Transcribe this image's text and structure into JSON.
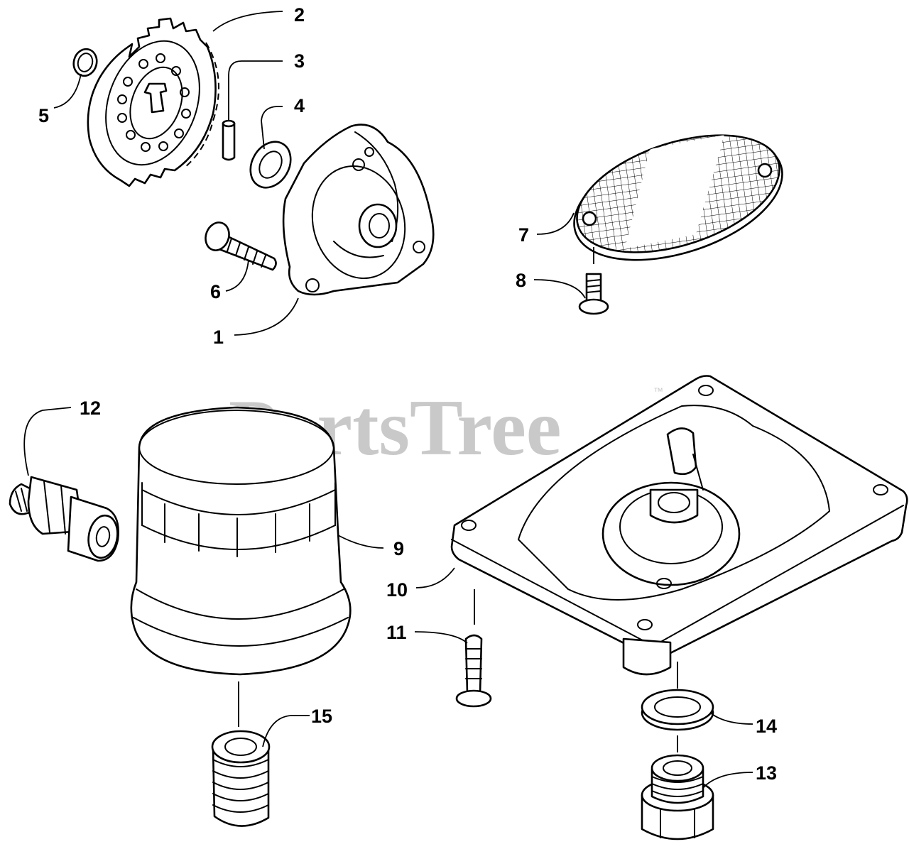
{
  "diagram": {
    "watermark": "PartsTree",
    "watermark_mark": "™",
    "callouts": [
      {
        "id": "1",
        "part": "oil-pump"
      },
      {
        "id": "2",
        "part": "oil-pump-gear"
      },
      {
        "id": "3",
        "part": "pin"
      },
      {
        "id": "4",
        "part": "washer"
      },
      {
        "id": "5",
        "part": "snap-ring"
      },
      {
        "id": "6",
        "part": "pump-bolt"
      },
      {
        "id": "7",
        "part": "oil-screen"
      },
      {
        "id": "8",
        "part": "screen-screw"
      },
      {
        "id": "9",
        "part": "oil-filter"
      },
      {
        "id": "10",
        "part": "filter-adapter-housing"
      },
      {
        "id": "11",
        "part": "housing-bolt"
      },
      {
        "id": "12",
        "part": "oil-pressure-switch"
      },
      {
        "id": "13",
        "part": "drain-plug"
      },
      {
        "id": "14",
        "part": "sealing-washer"
      },
      {
        "id": "15",
        "part": "threaded-nipple"
      }
    ]
  }
}
